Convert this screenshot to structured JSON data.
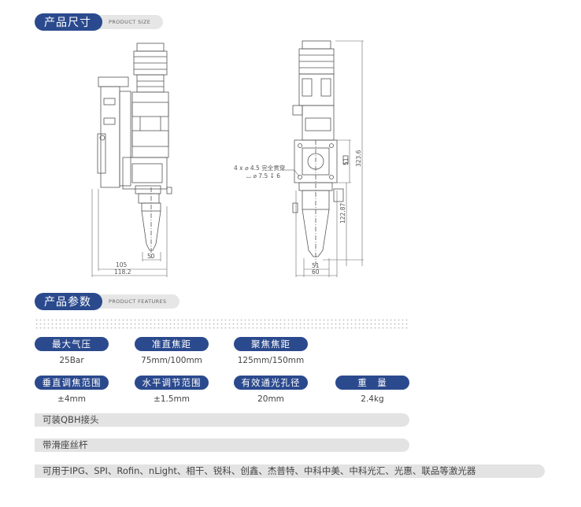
{
  "size_section": {
    "title": "产品尺寸",
    "subtitle": "PRODUCT SIZE"
  },
  "features_section": {
    "title": "产品参数",
    "subtitle": "PRODUCT FEATURES"
  },
  "drawing_left": {
    "dim_inner": "50",
    "dim_middle": "105",
    "dim_outer": "118.2"
  },
  "drawing_right": {
    "note_line1": "4 x ⌀ 4.5 完全贯穿",
    "note_line2": "⌴ ⌀ 7.5 ↧ 6",
    "dim_height_total": "323.6",
    "dim_height_51": "51",
    "dim_height_lower": "122.87",
    "dim_width_51": "51",
    "dim_width_60": "60"
  },
  "params": [
    {
      "label": "最大气压",
      "value": "25Bar"
    },
    {
      "label": "准直焦距",
      "value": "75mm/100mm"
    },
    {
      "label": "聚焦焦距",
      "value": "125mm/150mm"
    },
    {
      "label": "垂直调焦范围",
      "value": "±4mm"
    },
    {
      "label": "水平调节范围",
      "value": "±1.5mm"
    },
    {
      "label": "有效通光孔径",
      "value": "20mm"
    },
    {
      "label": "重　量",
      "value": "2.4kg"
    }
  ],
  "feature_bars": [
    "可装QBH接头",
    "带滑座丝杆",
    "可用于IPG、SPI、Rofin、nLight、相干、锐科、创鑫、杰普特、中科中美、中科光汇、光惠、联品等激光器"
  ]
}
